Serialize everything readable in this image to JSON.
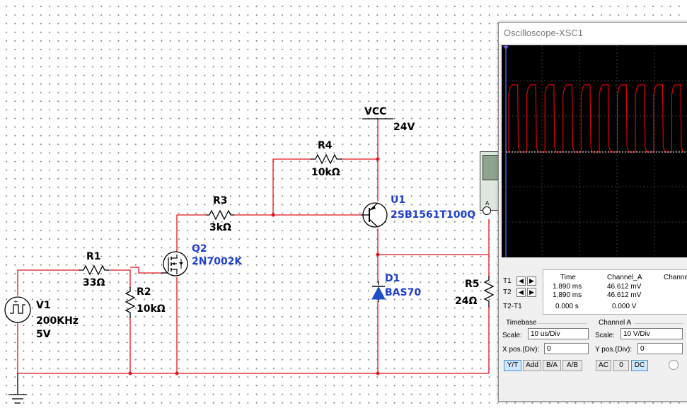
{
  "schematic": {
    "vcc": {
      "name": "VCC",
      "voltage": "24V"
    },
    "r4": {
      "ref": "R4",
      "value": "10kΩ"
    },
    "r3": {
      "ref": "R3",
      "value": "3kΩ"
    },
    "r1": {
      "ref": "R1",
      "value": "33Ω"
    },
    "r2": {
      "ref": "R2",
      "value": "10kΩ"
    },
    "r5": {
      "ref": "R5",
      "value": "24Ω"
    },
    "q2": {
      "ref": "Q2",
      "part": "2N7002K"
    },
    "u1": {
      "ref": "U1",
      "part": "2SB1561T100Q"
    },
    "d1": {
      "ref": "D1",
      "part": "BAS70"
    },
    "v1": {
      "ref": "V1",
      "freq": "200KHz",
      "amp": "5V"
    }
  },
  "oscilloscope": {
    "title": "Oscilloscope-XSC1",
    "readout": {
      "headers": {
        "time": "Time",
        "channel_a": "Channel_A",
        "channel_b": "Channe"
      },
      "rows": [
        {
          "label": "T1",
          "time": "1.890 ms",
          "ch_a": "46.612 mV"
        },
        {
          "label": "T2",
          "time": "1.890 ms",
          "ch_a": "46.612 mV"
        },
        {
          "label": "T2-T1",
          "time": "0.000 s",
          "ch_a": "0.000 V"
        }
      ]
    },
    "timebase": {
      "heading": "Timebase",
      "scale_label": "Scale:",
      "scale_value": "10 us/Div",
      "xpos_label": "X pos.(Div):",
      "xpos_value": "0",
      "buttons": [
        "Y/T",
        "Add",
        "B/A",
        "A/B"
      ],
      "selected": "Y/T"
    },
    "channel_a": {
      "heading": "Channel A",
      "scale_label": "Scale:",
      "scale_value": "10  V/Div",
      "ypos_label": "Y pos.(Div):",
      "ypos_value": "0",
      "buttons": [
        "AC",
        "0",
        "DC"
      ],
      "selected": "DC"
    },
    "trace_color": "#e00000"
  }
}
